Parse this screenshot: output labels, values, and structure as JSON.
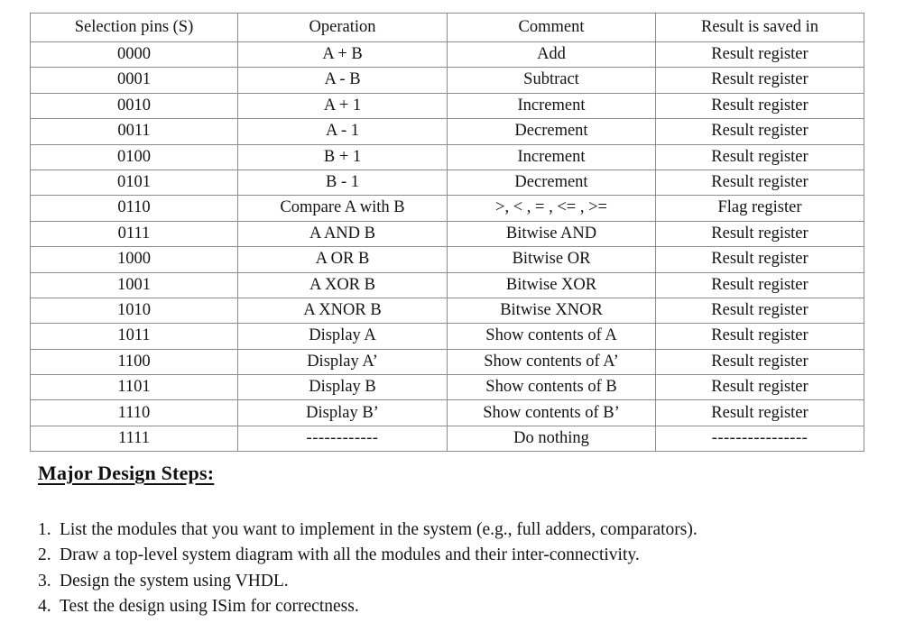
{
  "table": {
    "headers": [
      "Selection pins (S)",
      "Operation",
      "Comment",
      "Result is saved in"
    ],
    "rows": [
      {
        "selection": "0000",
        "operation": "A + B",
        "comment": "Add",
        "result": "Result register"
      },
      {
        "selection": "0001",
        "operation": "A - B",
        "comment": "Subtract",
        "result": "Result register"
      },
      {
        "selection": "0010",
        "operation": "A + 1",
        "comment": "Increment",
        "result": "Result register"
      },
      {
        "selection": "0011",
        "operation": "A - 1",
        "comment": "Decrement",
        "result": "Result register"
      },
      {
        "selection": "0100",
        "operation": "B + 1",
        "comment": "Increment",
        "result": "Result register"
      },
      {
        "selection": "0101",
        "operation": "B - 1",
        "comment": "Decrement",
        "result": "Result register"
      },
      {
        "selection": "0110",
        "operation": "Compare A with B",
        "comment": ">, < , = , <= , >=",
        "result": "Flag register"
      },
      {
        "selection": "0111",
        "operation": "A AND B",
        "comment": "Bitwise AND",
        "result": "Result register"
      },
      {
        "selection": "1000",
        "operation": "A OR B",
        "comment": "Bitwise OR",
        "result": "Result register"
      },
      {
        "selection": "1001",
        "operation": "A XOR B",
        "comment": "Bitwise XOR",
        "result": "Result register"
      },
      {
        "selection": "1010",
        "operation": "A XNOR B",
        "comment": "Bitwise XNOR",
        "result": "Result register"
      },
      {
        "selection": "1011",
        "operation": "Display A",
        "comment": "Show contents of A",
        "result": "Result register"
      },
      {
        "selection": "1100",
        "operation": "Display A’",
        "comment": "Show contents of A’",
        "result": "Result register"
      },
      {
        "selection": "1101",
        "operation": "Display B",
        "comment": "Show contents of B",
        "result": "Result register"
      },
      {
        "selection": "1110",
        "operation": "Display B’",
        "comment": "Show contents of B’",
        "result": "Result register"
      },
      {
        "selection": "1111",
        "operation": "------------",
        "comment": "Do nothing",
        "result": "----------------"
      }
    ]
  },
  "section": {
    "heading": "Major Design Steps:"
  },
  "steps": [
    {
      "number": "1.",
      "text": "List the modules that you want to implement in the system (e.g., full adders, comparators)."
    },
    {
      "number": "2.",
      "text": "Draw a top-level system diagram with all the modules and their inter-connectivity."
    },
    {
      "number": "3.",
      "text": "Design the system using VHDL."
    },
    {
      "number": "4.",
      "text": "Test the design using ISim for correctness."
    }
  ]
}
